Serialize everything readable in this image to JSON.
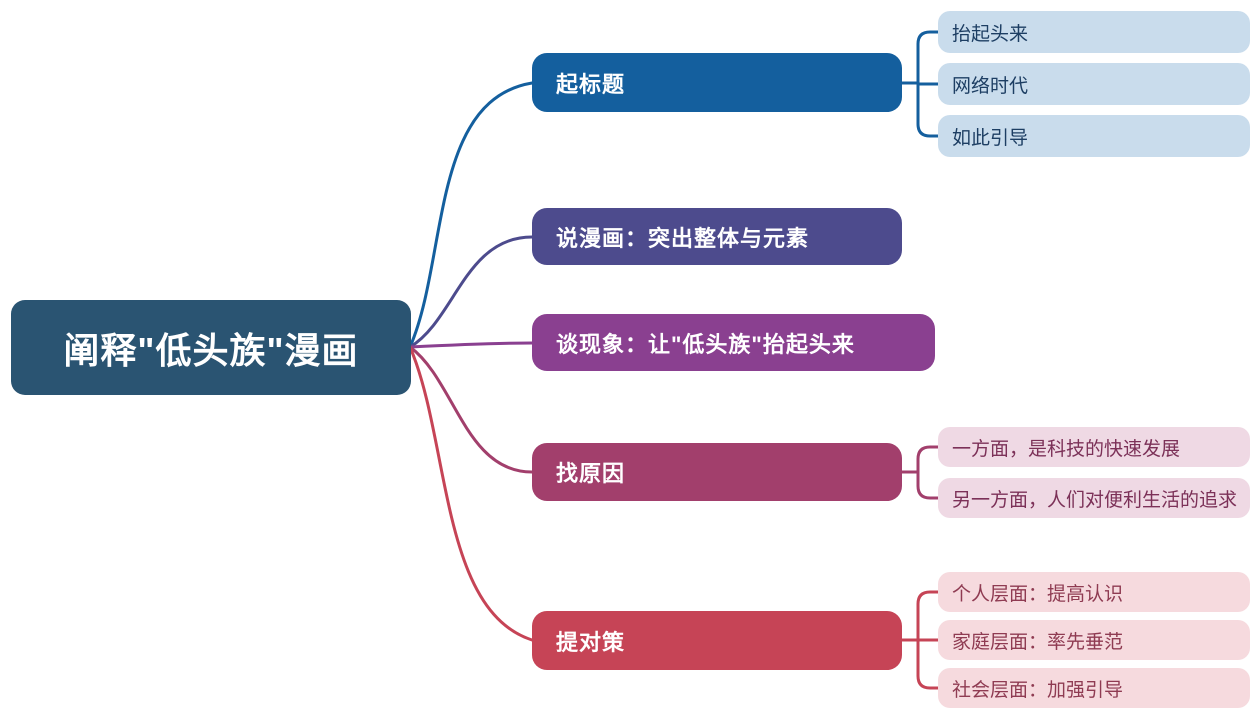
{
  "root": {
    "label": "阐释\"低头族\"漫画",
    "color": "#2a5472",
    "text_color": "#ffffff"
  },
  "branches": [
    {
      "label": "起标题",
      "color": "#145f9e",
      "text_color": "#ffffff",
      "children_bg": "#c9dcec",
      "children_text": "#1d3e63",
      "children": [
        {
          "label": "抬起头来"
        },
        {
          "label": "网络时代"
        },
        {
          "label": "如此引导"
        }
      ]
    },
    {
      "label": "说漫画：突出整体与元素",
      "color": "#4d4b8d",
      "text_color": "#ffffff",
      "children": []
    },
    {
      "label": "谈现象：让\"低头族\"抬起头来",
      "color": "#8a4090",
      "text_color": "#ffffff",
      "children": []
    },
    {
      "label": "找原因",
      "color": "#a23f6c",
      "text_color": "#ffffff",
      "children_bg": "#efd9e4",
      "children_text": "#7c3158",
      "children": [
        {
          "label": "一方面，是科技的快速发展"
        },
        {
          "label": "另一方面，人们对便利生活的追求"
        }
      ]
    },
    {
      "label": "提对策",
      "color": "#c64456",
      "text_color": "#ffffff",
      "children_bg": "#f6dade",
      "children_text": "#8f3b52",
      "children": [
        {
          "label": "个人层面：提高认识"
        },
        {
          "label": "家庭层面：率先垂范"
        },
        {
          "label": "社会层面：加强引导"
        }
      ]
    }
  ]
}
